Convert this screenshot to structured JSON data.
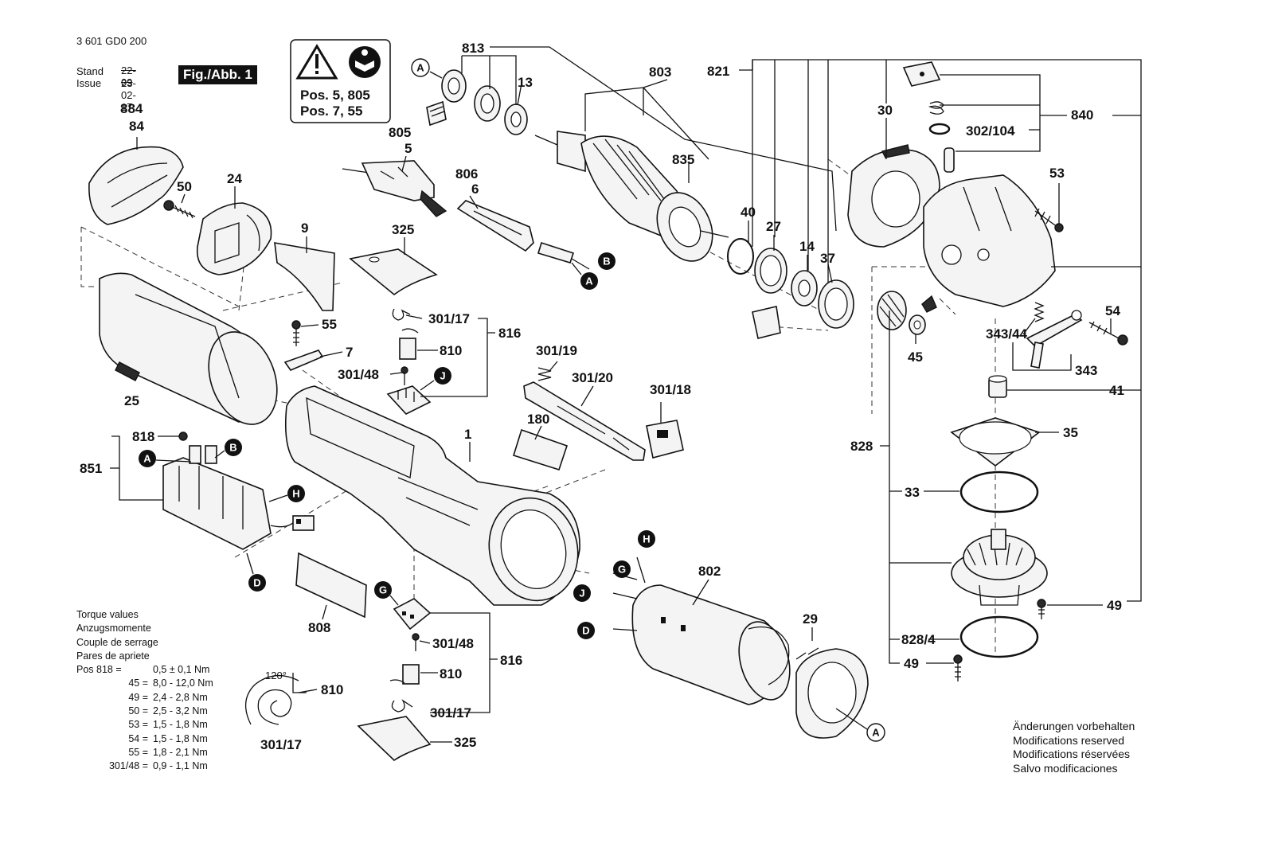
{
  "header": {
    "doc_number": "3 601 GD0 200",
    "stand_label": "Stand",
    "issue_label": "Issue",
    "stand_date_struck": "22-09",
    "issue_date": "23-02-17",
    "fig_badge": "Fig./Abb. 1"
  },
  "warning_box": {
    "icons": [
      "warning-triangle-icon",
      "read-manual-icon"
    ],
    "line1": "Pos. 5, 805",
    "line2": "Pos. 7, 55"
  },
  "part_labels": {
    "p813": "813",
    "p803": "803",
    "p821": "821",
    "p13": "13",
    "p884": "884",
    "p84": "84",
    "p805": "805",
    "p5": "5",
    "p806": "806",
    "p6": "6",
    "p835": "835",
    "p30": "30",
    "p840": "840",
    "p302_104": "302/104",
    "p53": "53",
    "p50": "50",
    "p24": "24",
    "p9": "9",
    "p325a": "325",
    "p40": "40",
    "p27": "27",
    "p14": "14",
    "p37": "37",
    "p54": "54",
    "p55": "55",
    "p7": "7",
    "p301_17a": "301/17",
    "p816a": "816",
    "p810a": "810",
    "p301_48a": "301/48",
    "p343_44": "343/44",
    "p45": "45",
    "p343": "343",
    "p41": "41",
    "p25": "25",
    "p301_19": "301/19",
    "p301_20": "301/20",
    "p301_18": "301/18",
    "p180": "180",
    "p1": "1",
    "p818": "818",
    "p851": "851",
    "p35": "35",
    "p828": "828",
    "p33": "33",
    "p802": "802",
    "p808": "808",
    "p49a": "49",
    "p29": "29",
    "p301_48b": "301/48",
    "p816b": "816",
    "p828_4": "828/4",
    "p49b": "49",
    "p810b": "810",
    "p810c": "810",
    "p301_17b": "301/17",
    "p301_17c": "301/17",
    "p325b": "325",
    "angle": "120°"
  },
  "ref_markers": {
    "A1": "A",
    "A2": "A",
    "A3": "A",
    "A4": "A",
    "B1": "B",
    "B2": "B",
    "J1": "J",
    "J2": "J",
    "H1": "H",
    "H2": "H",
    "D1": "D",
    "D2": "D",
    "G1": "G",
    "G2": "G"
  },
  "torque": {
    "heading": [
      "Torque values",
      "Anzugsmomente",
      "Couple de serrage",
      "Pares de apriete"
    ],
    "rows": [
      {
        "key": "Pos 818 =",
        "value": "0,5 ± 0,1 Nm"
      },
      {
        "key": "45 =",
        "value": "8,0 - 12,0 Nm"
      },
      {
        "key": "49 =",
        "value": "2,4 - 2,8 Nm"
      },
      {
        "key": "50 =",
        "value": "2,5 - 3,2 Nm"
      },
      {
        "key": "53 =",
        "value": "1,5 - 1,8 Nm"
      },
      {
        "key": "54 =",
        "value": "1,5 - 1,8 Nm"
      },
      {
        "key": "55 =",
        "value": "1,8 - 2,1 Nm"
      },
      {
        "key": "301/48 =",
        "value": "0,9 - 1,1 Nm"
      }
    ]
  },
  "notes": [
    "Änderungen vorbehalten",
    "Modifications reserved",
    "Modifications réservées",
    "Salvo modificaciones"
  ]
}
